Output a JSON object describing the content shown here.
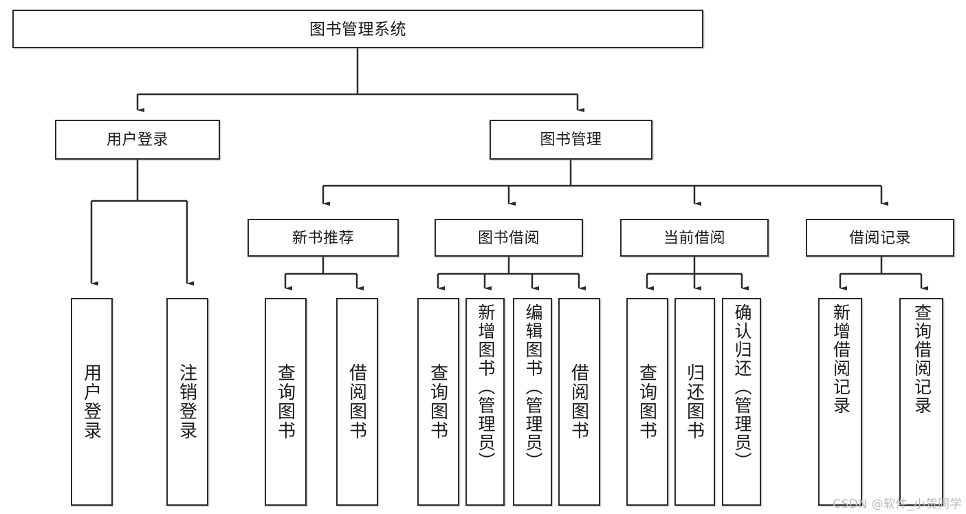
{
  "diagram": {
    "type": "tree-hierarchy-diagram",
    "title": "图书管理系统",
    "watermark": "CSDN @软件_小贺同学",
    "colors": {
      "box_border": "#2b2b2b",
      "box_fill": "#ffffff",
      "edge": "#2b2b2b",
      "text": "#1a1a1a",
      "watermark": "#b9b9b9"
    },
    "nodes": {
      "root": {
        "label": "图书管理系统"
      },
      "level1": [
        {
          "id": "user-login",
          "label": "用户登录"
        },
        {
          "id": "book-management",
          "label": "图书管理"
        }
      ],
      "level2": [
        {
          "id": "new-book-recommend",
          "label": "新书推荐"
        },
        {
          "id": "book-borrow",
          "label": "图书借阅"
        },
        {
          "id": "current-borrow",
          "label": "当前借阅"
        },
        {
          "id": "borrow-record",
          "label": "借阅记录"
        }
      ],
      "leaves": {
        "user_login": [
          {
            "id": "leaf-user-login",
            "label": "用户登录"
          },
          {
            "id": "leaf-user-logout",
            "label": "注销登录"
          }
        ],
        "new_book_recommend": [
          {
            "id": "leaf-query-book-1",
            "label": "查询图书"
          },
          {
            "id": "leaf-borrow-book-1",
            "label": "借阅图书"
          }
        ],
        "book_borrow": [
          {
            "id": "leaf-query-book-2",
            "label": "查询图书"
          },
          {
            "id": "leaf-add-book",
            "label": "新增图书（管理员）"
          },
          {
            "id": "leaf-edit-book",
            "label": "编辑图书（管理员）"
          },
          {
            "id": "leaf-borrow-book-2",
            "label": "借阅图书"
          }
        ],
        "current_borrow": [
          {
            "id": "leaf-query-book-3",
            "label": "查询图书"
          },
          {
            "id": "leaf-return-book",
            "label": "归还图书"
          },
          {
            "id": "leaf-confirm-return",
            "label": "确认归还（管理员）"
          }
        ],
        "borrow_record": [
          {
            "id": "leaf-add-record",
            "label": "新增借阅记录"
          },
          {
            "id": "leaf-query-record",
            "label": "查询借阅记录"
          }
        ]
      }
    }
  }
}
